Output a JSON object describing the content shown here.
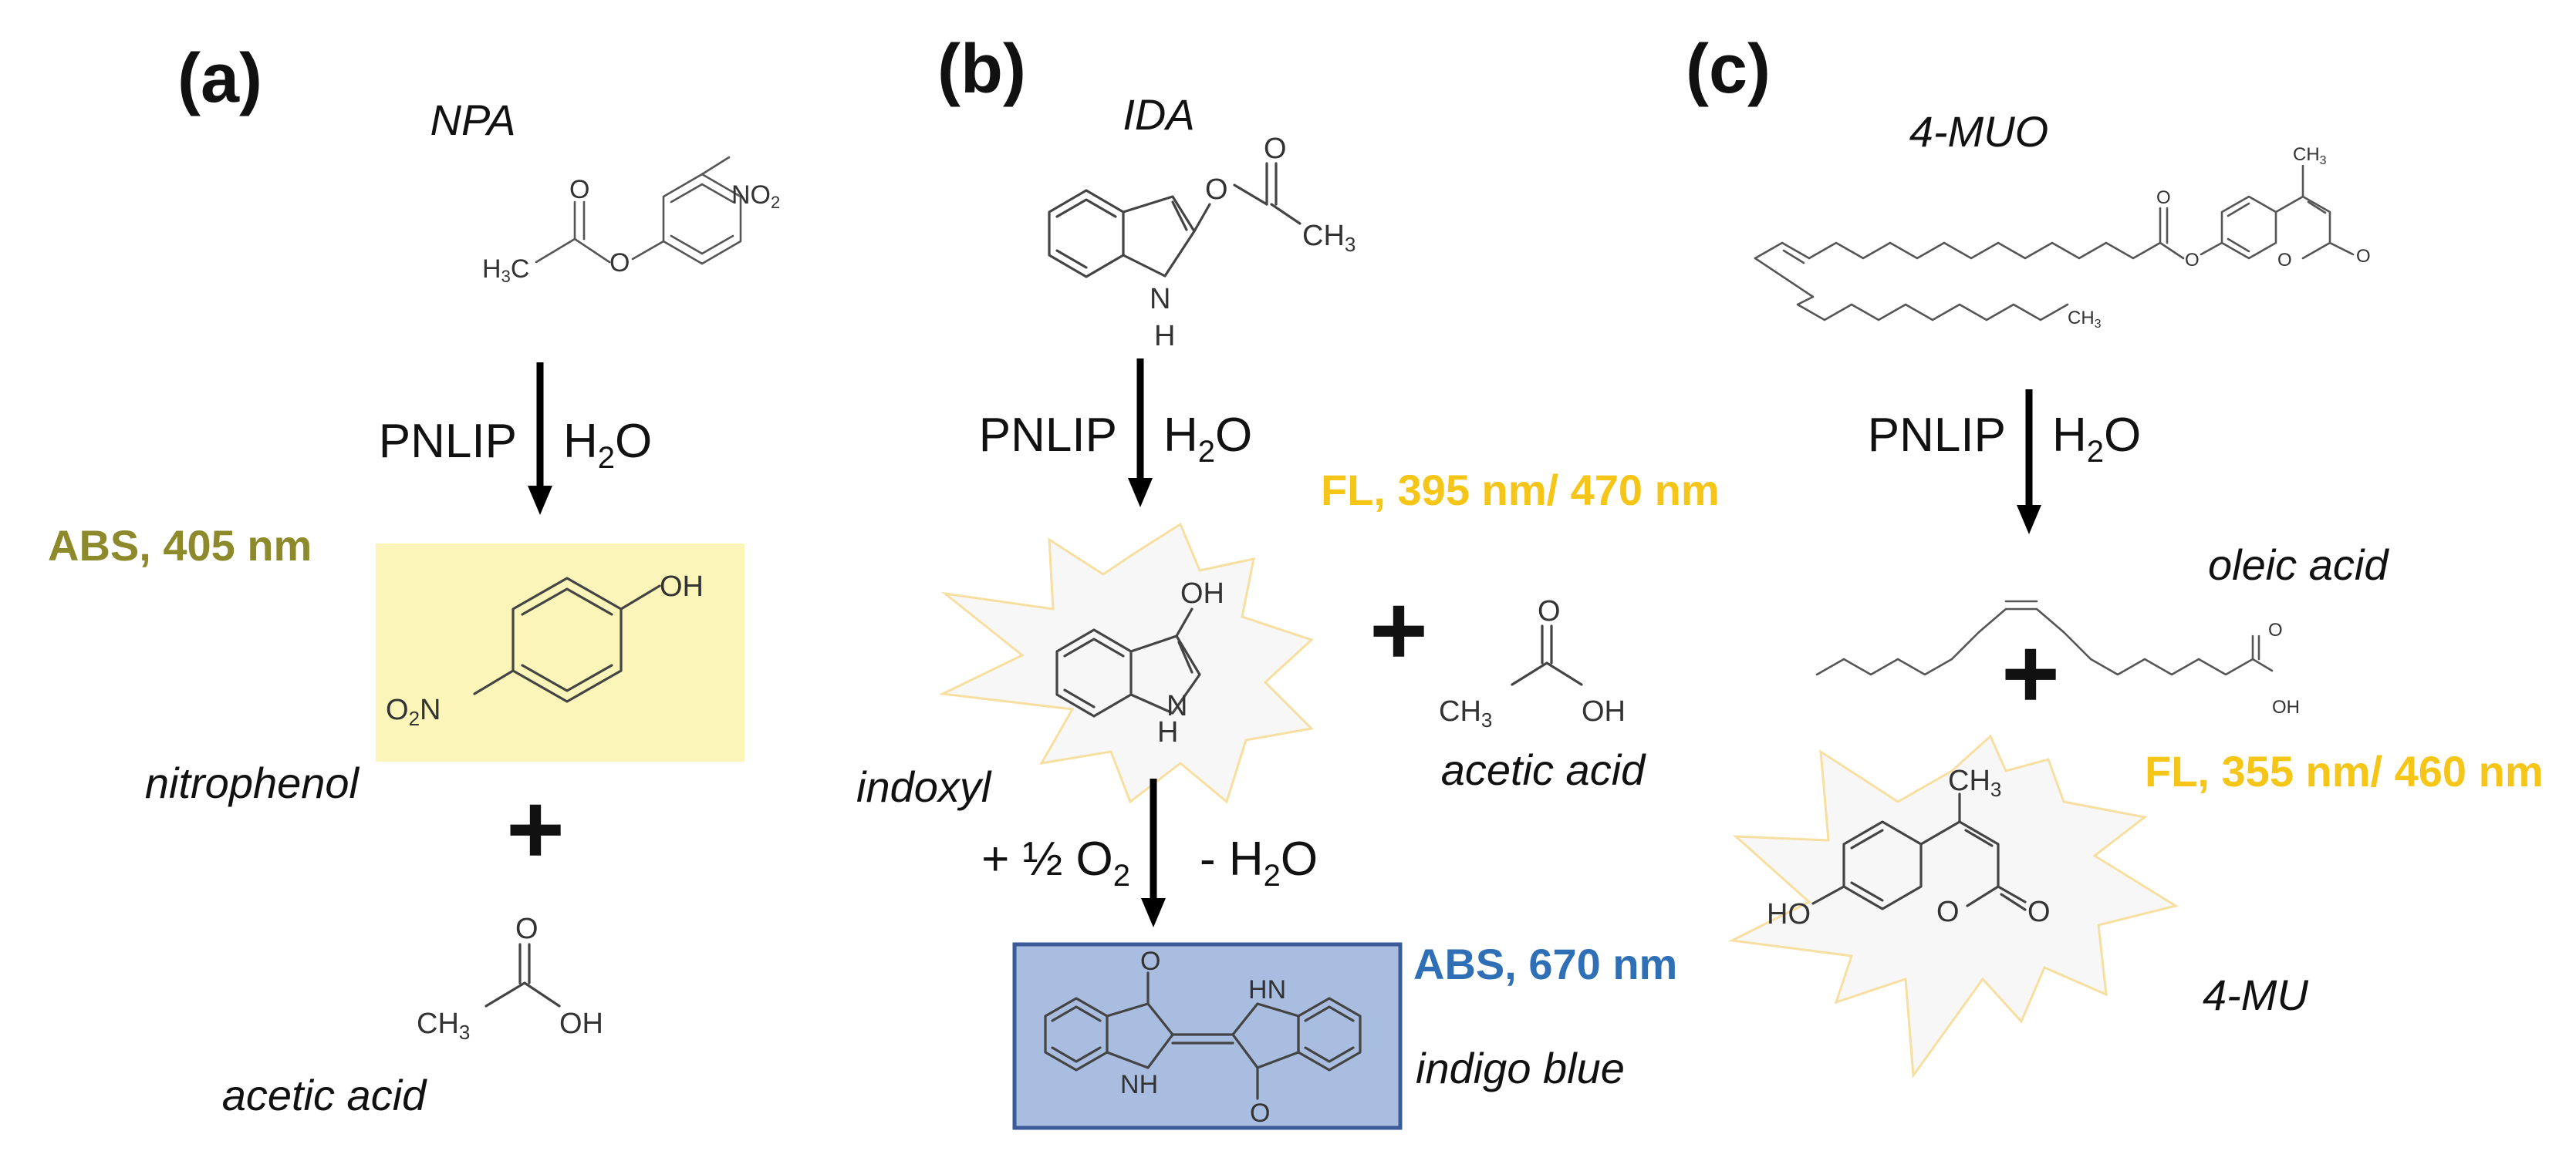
{
  "panels": {
    "a": {
      "letter": "(a)",
      "substrate": "NPA",
      "enzyme": "PNLIP",
      "reagent": "H",
      "reagent_sub": "2",
      "reagent_tail": "O",
      "product_1": "nitrophenol",
      "product_2": "acetic acid",
      "detection": "ABS, 405 nm",
      "detection_color": "#8c8a2a",
      "highlight_color": "#fbf5b9"
    },
    "b": {
      "letter": "(b)",
      "substrate": "IDA",
      "enzyme": "PNLIP",
      "reagent": "H",
      "reagent_sub": "2",
      "reagent_tail": "O",
      "product_1": "indoxyl",
      "product_2": "acetic acid",
      "step2_left": "+ ½ O",
      "step2_left_sub": "2",
      "step2_right": "- H",
      "step2_right_sub": "2",
      "step2_right_tail": "O",
      "product_3": "indigo blue",
      "detection_fl": "FL, 395 nm/ 470 nm",
      "detection_abs": "ABS, 670 nm",
      "fl_color": "#f5c518",
      "abs_color": "#2e6fb5",
      "indigo_box_color": "#a9bde0"
    },
    "c": {
      "letter": "(c)",
      "substrate": "4-MUO",
      "enzyme": "PNLIP",
      "reagent": "H",
      "reagent_sub": "2",
      "reagent_tail": "O",
      "product_1": "oleic acid",
      "product_2": "4-MU",
      "detection_fl": "FL, 355 nm/ 460 nm",
      "fl_color": "#f5c518"
    }
  },
  "atoms": {
    "no2": "NO",
    "no2_sub": "2",
    "h3c": "H",
    "h3c_sub": "3",
    "h3c_tail": "C",
    "o": "O",
    "oh": "OH",
    "o2n": "O",
    "o2n_sub": "2",
    "o2n_tail": "N",
    "ch3": "CH",
    "ch3_sub": "3",
    "h": "H",
    "n": "N",
    "ho": "HO"
  },
  "icons": [
    "reaction-arrow",
    "starburst-fluorescence",
    "plus-sign"
  ]
}
